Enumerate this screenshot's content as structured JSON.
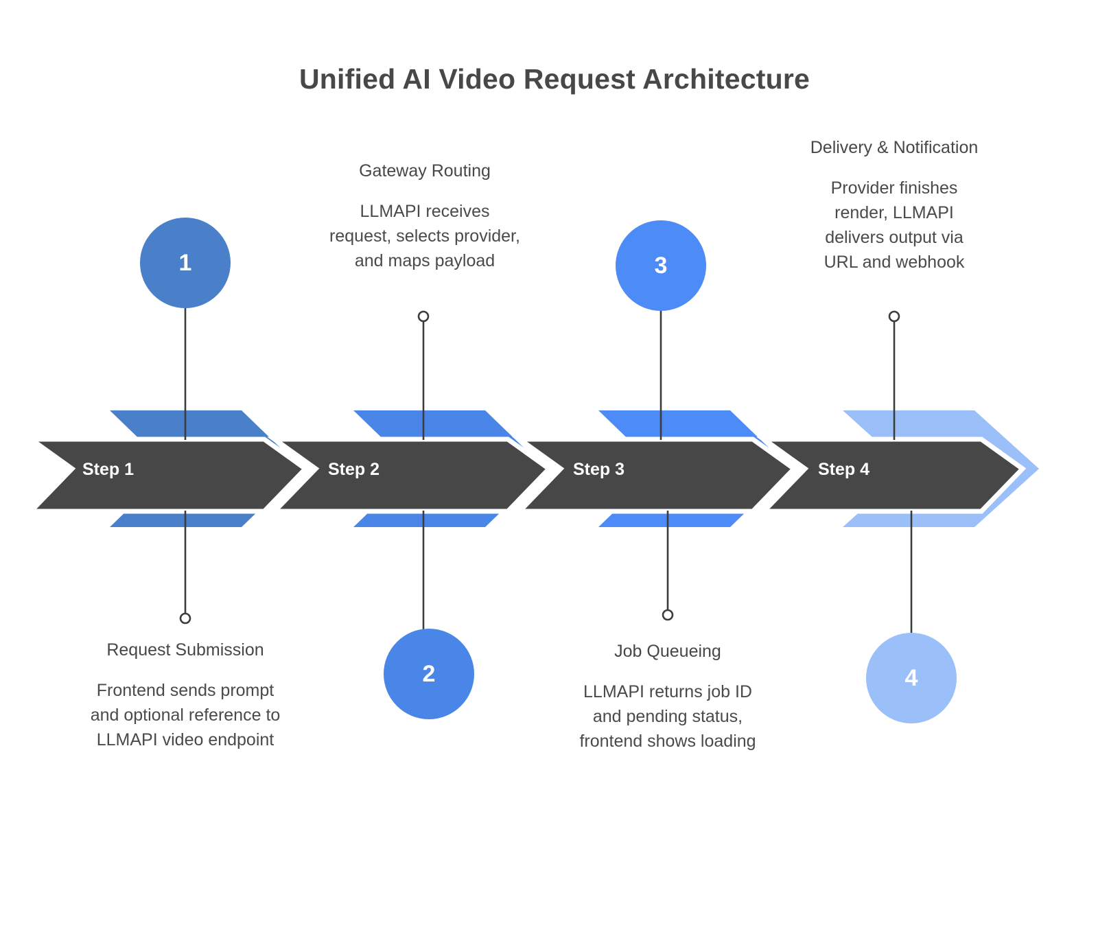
{
  "title": "Unified AI Video Request Architecture",
  "theme": {
    "background": "#ffffff",
    "title_color": "#484848",
    "band_dark": "#474747",
    "text_color": "#474747",
    "connector_color": "#3c3c3c",
    "blue_1": "#4a7fc9",
    "blue_2": "#4a86e8",
    "blue_3": "#4d8bf7",
    "blue_4": "#9bbff9"
  },
  "steps": [
    {
      "number": "1",
      "band_label": "Step 1",
      "heading": "Request Submission",
      "body": "Frontend sends prompt and optional reference to LLMAPI video endpoint",
      "side": "below",
      "accent": "#4a7fc9"
    },
    {
      "number": "2",
      "band_label": "Step 2",
      "heading": "Gateway Routing",
      "body": "LLMAPI receives request, selects provider, and maps payload",
      "side": "above",
      "accent": "#4a86e8"
    },
    {
      "number": "3",
      "band_label": "Step 3",
      "heading": "Job Queueing",
      "body": "LLMAPI returns job ID and pending status, frontend shows loading",
      "side": "below",
      "accent": "#4d8bf7"
    },
    {
      "number": "4",
      "band_label": "Step 4",
      "heading": "Delivery & Notification",
      "body": "Provider finishes render, LLMAPI delivers output via URL and webhook",
      "side": "above",
      "accent": "#9bbff9"
    }
  ]
}
